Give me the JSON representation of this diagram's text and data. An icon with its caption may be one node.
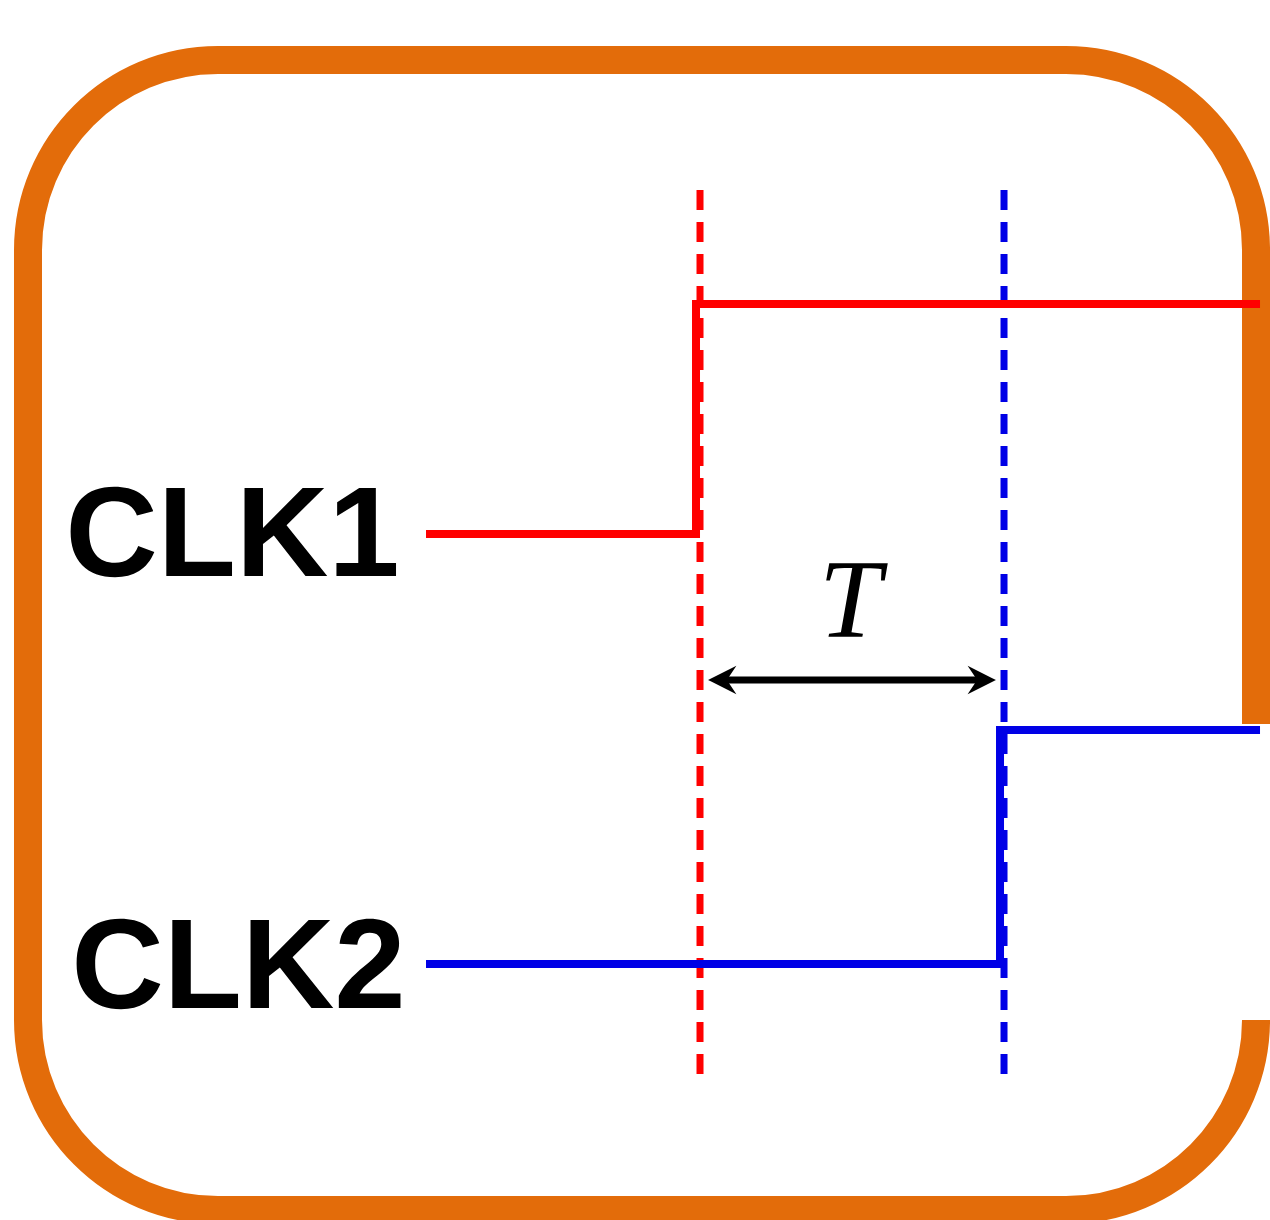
{
  "diagram": {
    "labels": [
      "CLK1",
      "CLK2",
      "T"
    ]
  }
}
